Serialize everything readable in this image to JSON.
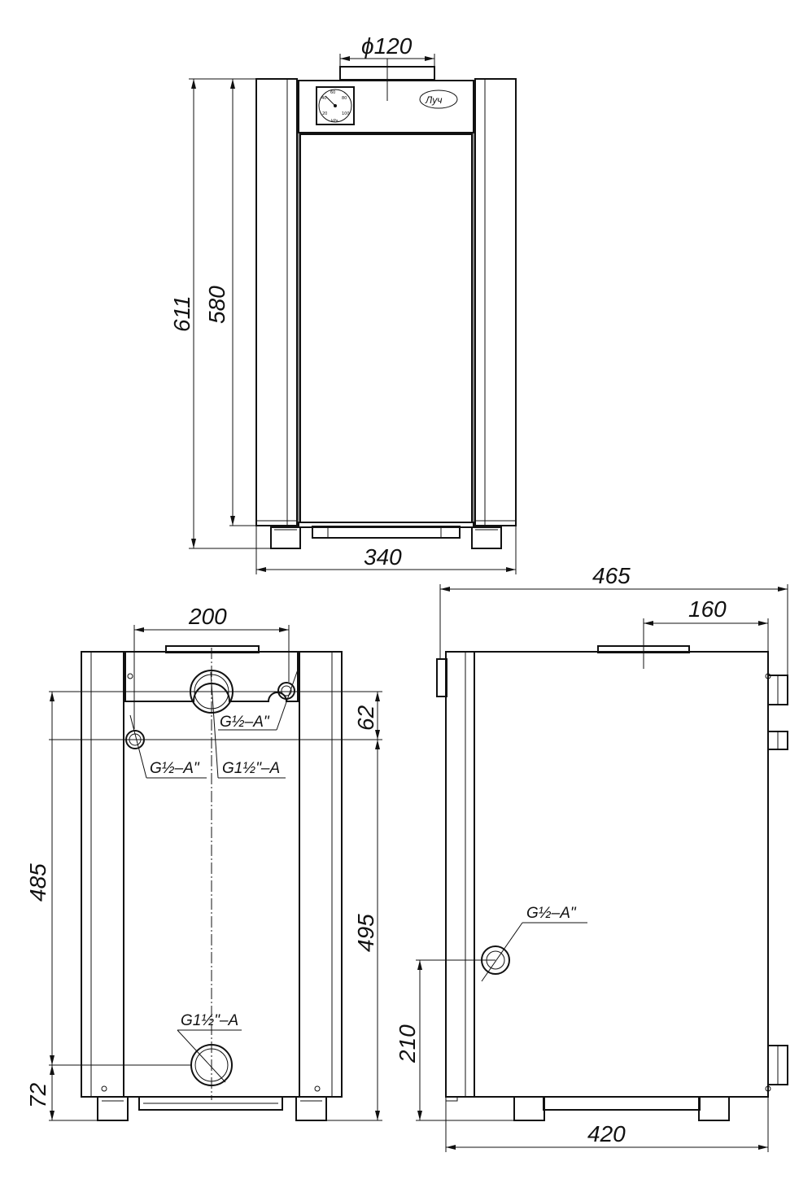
{
  "dimensions": {
    "flue_diameter": "ϕ120",
    "total_height": "611",
    "body_height": "580",
    "front_width": "340",
    "overall_depth": "465",
    "flue_offset": "160",
    "pipe_spacing": "200",
    "top_pipe_drop": "62",
    "pipe_vertical_spacing": "485",
    "height_to_top_pipe": "495",
    "bottom_pipe_height": "72",
    "side_outlet_height": "210",
    "side_width": "420"
  },
  "labels": {
    "logo": "Луч",
    "g_half_a": "G½–A\"",
    "g1_half_a": "G1½\"–A"
  },
  "colors": {
    "line": "#111111",
    "background": "#ffffff"
  }
}
